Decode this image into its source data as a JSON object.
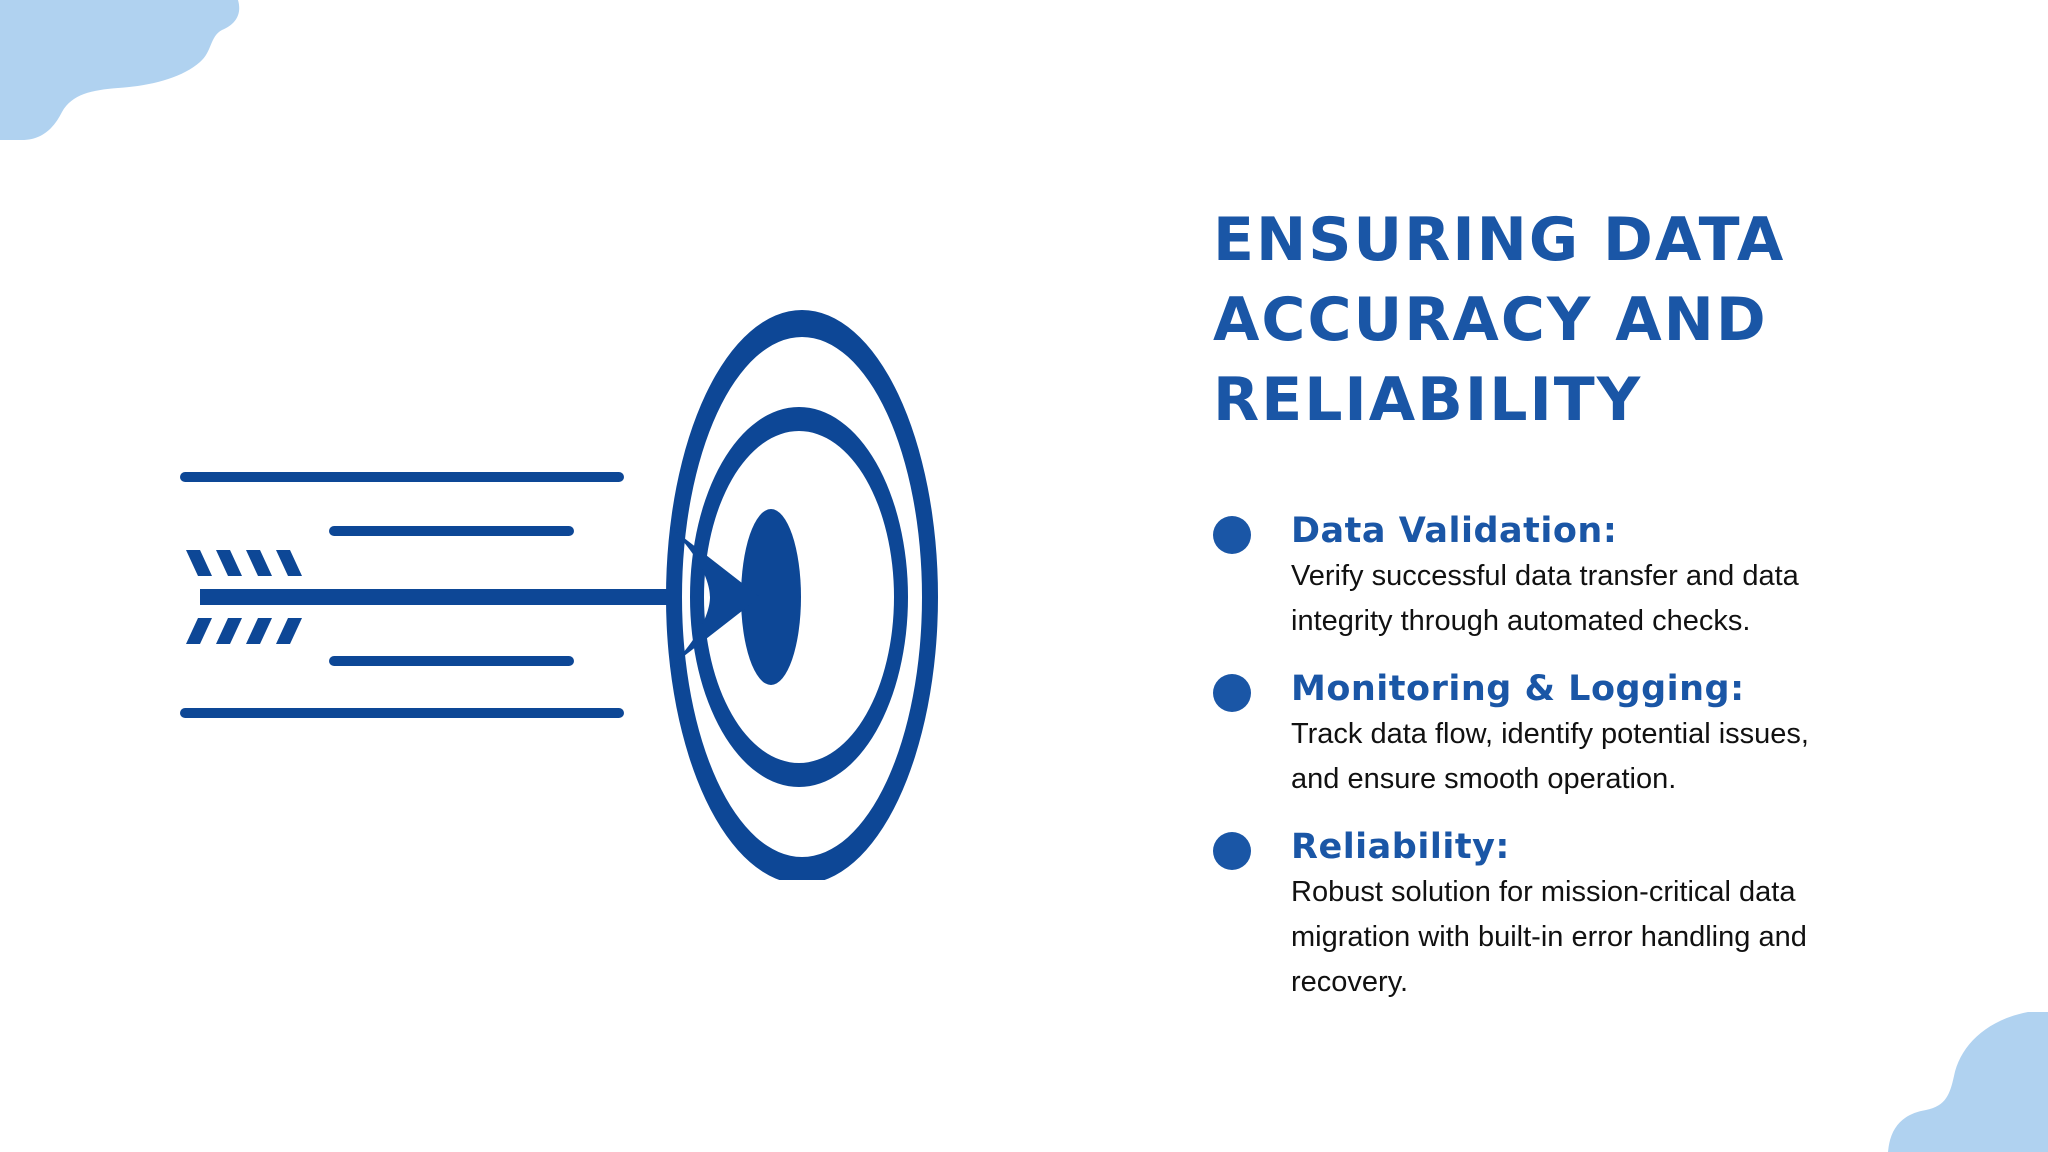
{
  "colors": {
    "accent": "#1a56a6",
    "illustration": "#0d4796",
    "blob": "#b0d2f0",
    "body_text": "#111111",
    "background": "#ffffff"
  },
  "illustration": {
    "icon": "arrow-hitting-target-icon"
  },
  "heading": "ENSURING DATA ACCURACY AND RELIABILITY",
  "points": [
    {
      "title": "Data Validation:",
      "text": "Verify successful data transfer and data integrity through automated checks."
    },
    {
      "title": "Monitoring & Logging:",
      "text": "Track data flow, identify potential issues, and ensure smooth operation."
    },
    {
      "title": "Reliability:",
      "text": "Robust solution for mission-critical data migration with built-in error handling and recovery."
    }
  ]
}
